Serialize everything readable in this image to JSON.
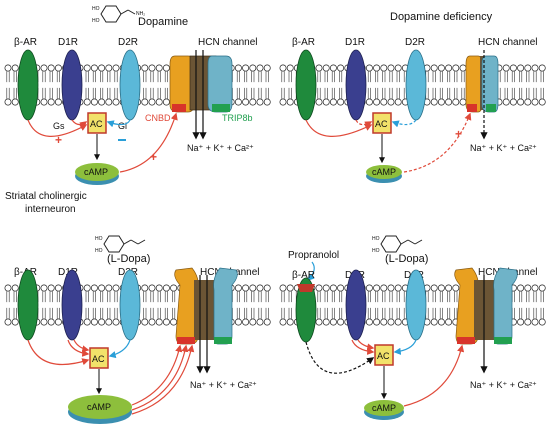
{
  "panels": {
    "top_left": {
      "title": "Dopamine",
      "receptors": [
        "β-AR",
        "D1R",
        "D2R"
      ],
      "channel_label": "HCN channel",
      "ac_label": "AC",
      "camp_label": "cAMP",
      "gs_label": "Gs",
      "gi_label": "Gi",
      "cnbd_label": "CNBD",
      "trip_label": "TRIP8b",
      "ions": "Na⁺ + K⁺ + Ca²⁺",
      "cell_label_line1": "Striatal cholinergic",
      "cell_label_line2": "interneuron"
    },
    "top_right": {
      "title": "Dopamine deficiency",
      "receptors": [
        "β-AR",
        "D1R",
        "D2R"
      ],
      "channel_label": "HCN channel",
      "ac_label": "AC",
      "camp_label": "cAMP",
      "ions": "Na⁺ + K⁺ + Ca²⁺"
    },
    "bottom_left": {
      "title": "(L-Dopa)",
      "receptors": [
        "β-AR",
        "D1R",
        "D2R"
      ],
      "channel_label": "HCN channel",
      "ac_label": "AC",
      "camp_label": "cAMP",
      "ions": "Na⁺ + K⁺ + Ca²⁺"
    },
    "bottom_right": {
      "title": "(L-Dopa)",
      "drug_label": "Propranolol",
      "receptors": [
        "β-AR",
        "D1R",
        "D2R"
      ],
      "channel_label": "HCN channel",
      "ac_label": "AC",
      "camp_label": "cAMP",
      "ions": "Na⁺ + K⁺ + Ca²⁺"
    }
  },
  "colors": {
    "beta_ar": "#1f8a3c",
    "d1r": "#3a3f8f",
    "d2r": "#5bb8d8",
    "hcn_orange": "#e8a020",
    "hcn_brown": "#6b5535",
    "hcn_blue": "#6fb3c8",
    "cnbd_red": "#d8342a",
    "trip_green": "#22a050",
    "ac_fill": "#f2e26a",
    "ac_border": "#c0392b",
    "camp_green": "#8dbf3c",
    "camp_blue": "#3b8fb0",
    "stim_arrow": "#e04a3a",
    "inhib_arrow": "#2a9fd8",
    "cnbd_text": "#e04a3a",
    "trip_text": "#22a050",
    "drug_text": "#c0392b"
  }
}
